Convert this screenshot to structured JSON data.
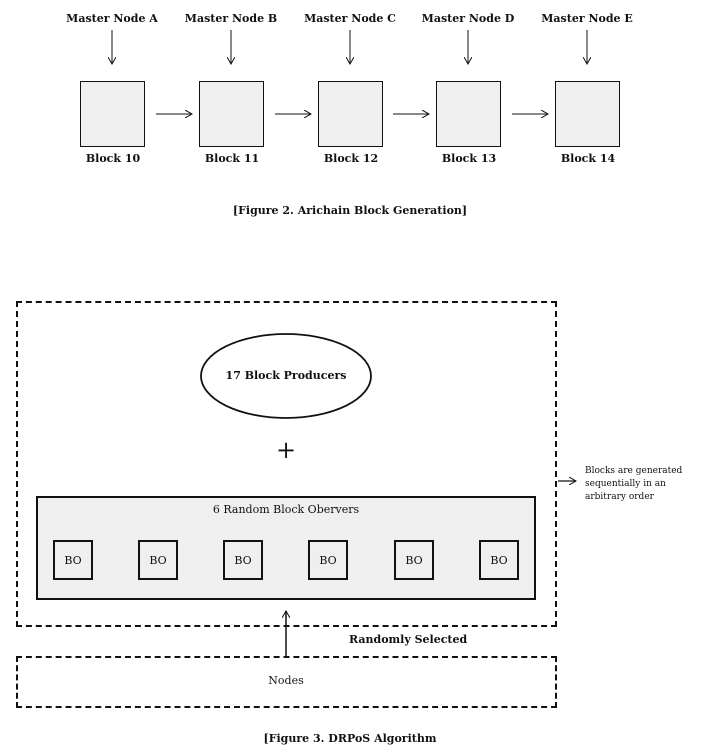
{
  "figure2": {
    "master_nodes": [
      "Master Node A",
      "Master Node B",
      "Master Node C",
      "Master Node D",
      "Master Node E"
    ],
    "blocks": [
      "Block 10",
      "Block 11",
      "Block 12",
      "Block 13",
      "Block 14"
    ],
    "caption": "[Figure 2. Arichain Block Generation]"
  },
  "figure3": {
    "producers_label": "17 Block Producers",
    "plus_sign": "+",
    "observers_label": "6 Random Block Obervers",
    "bo_items": [
      "BO",
      "BO",
      "BO",
      "BO",
      "BO",
      "BO"
    ],
    "side_note": "Blocks are generated sequentially in an arbitrary order",
    "selection_label": "Randomly Selected",
    "nodes_label": "Nodes",
    "caption": "[Figure 3. DRPoS Algorithm"
  }
}
